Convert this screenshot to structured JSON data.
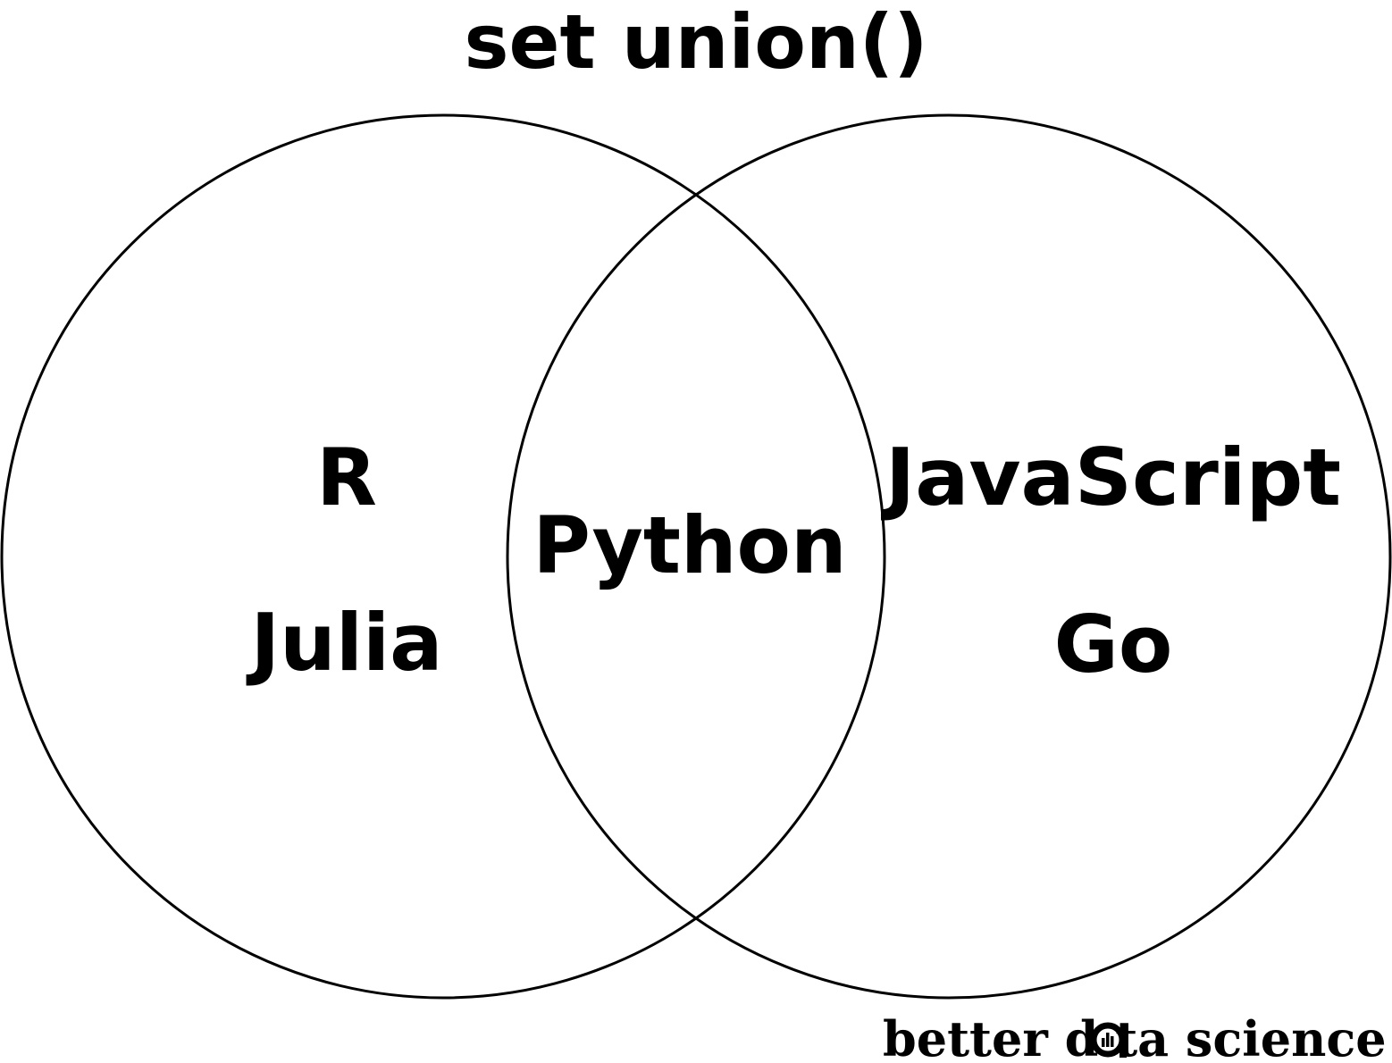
{
  "title": "set union()",
  "colors": {
    "stroke": "#000000",
    "text": "#000000",
    "background": "#ffffff"
  },
  "sets": {
    "left": {
      "items": [
        "R",
        "Julia"
      ]
    },
    "intersection": {
      "items": [
        "Python"
      ]
    },
    "right": {
      "items": [
        "JavaScript",
        "Go"
      ]
    }
  },
  "brand": {
    "before": "better d",
    "after": "ta science",
    "mark_icon": "magnifier-bar-chart-icon"
  }
}
